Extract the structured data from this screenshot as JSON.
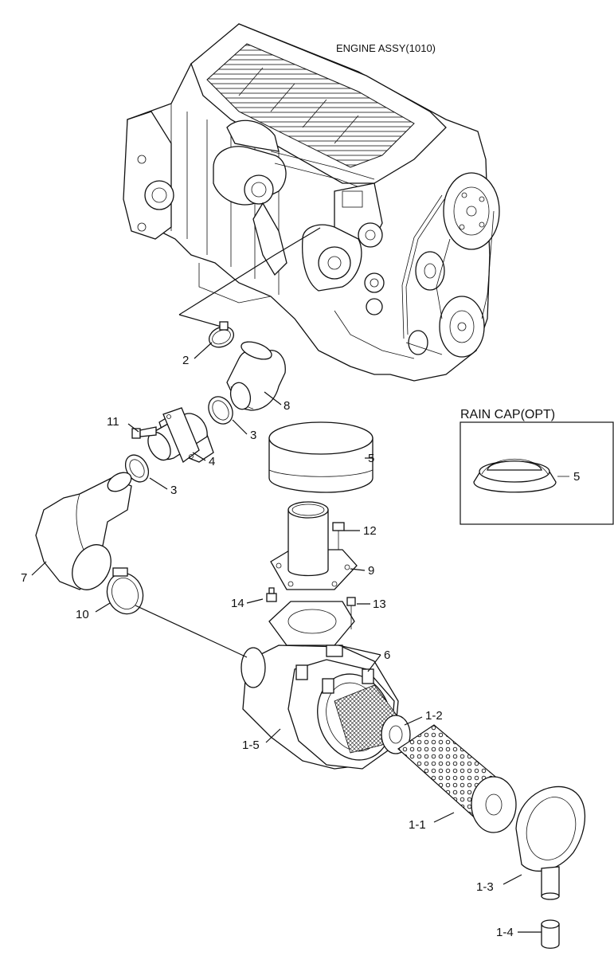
{
  "diagram": {
    "title": "ENGINE ASSY(1010)",
    "inset_title": "RAIN CAP(OPT)",
    "labels": {
      "p2": "2",
      "p8": "8",
      "p11": "11",
      "p3a": "3",
      "p4": "4",
      "p3b": "3",
      "p5": "5",
      "p5inset": "5",
      "p7": "7",
      "p12": "12",
      "p9": "9",
      "p10": "10",
      "p14": "14",
      "p13": "13",
      "p6": "6",
      "p1_2": "1-2",
      "p1_5": "1-5",
      "p1_1": "1-1",
      "p1_3": "1-3",
      "p1_4": "1-4"
    }
  }
}
